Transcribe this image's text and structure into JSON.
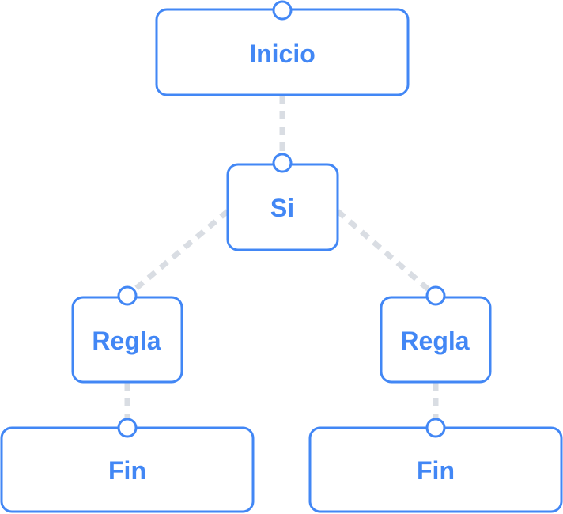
{
  "nodes": [
    {
      "id": "start",
      "label": "Inicio"
    },
    {
      "id": "if",
      "label": "Si"
    },
    {
      "id": "rule-left",
      "label": "Regla"
    },
    {
      "id": "rule-right",
      "label": "Regla"
    },
    {
      "id": "end-left",
      "label": "Fin"
    },
    {
      "id": "end-right",
      "label": "Fin"
    }
  ],
  "edges": [
    {
      "from": "start",
      "to": "if"
    },
    {
      "from": "if",
      "to": "rule-left"
    },
    {
      "from": "if",
      "to": "rule-right"
    },
    {
      "from": "rule-left",
      "to": "end-left"
    },
    {
      "from": "rule-right",
      "to": "end-right"
    }
  ],
  "colors": {
    "node_stroke": "#4287f5",
    "node_text": "#4287f5",
    "connector": "#d9dde3",
    "background": "#ffffff"
  }
}
